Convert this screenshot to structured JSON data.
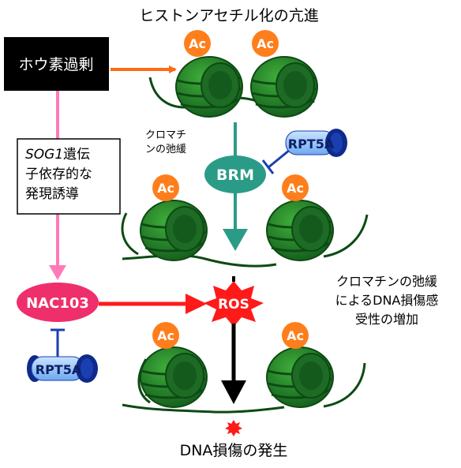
{
  "title": "ヒストンアセチル化の亢進",
  "boron_box": "ホウ素過剰",
  "sog1_box": {
    "line1_italic": "SOG1",
    "line1_rest": "遺伝",
    "line2": "子依存的な",
    "line3": "発現誘導"
  },
  "chromatin_relax_small": {
    "line1": "クロマチ",
    "line2": "ンの弛緩"
  },
  "brm_label": "BRM",
  "rpt5a_label": "RPT5A",
  "nac103_label": "NAC103",
  "ros_label": "ROS",
  "ac_label": "Ac",
  "sensitivity_text": {
    "line1": "クロマチンの弛緩",
    "line2": "によるDNA損傷感",
    "line3": "受性の増加"
  },
  "bottom_label": "DNA損傷の発生",
  "colors": {
    "orange_arrow": "#ff6a13",
    "pink_arrow": "#ff7ab8",
    "teal": "#2a9b86",
    "red": "#ff1a1a",
    "nac_magenta": "#ee2f6c",
    "nucleosome_green": "#1f7a2a",
    "ac_orange": "#ff7e1c",
    "rpt_blue": "#1a3fb0"
  }
}
